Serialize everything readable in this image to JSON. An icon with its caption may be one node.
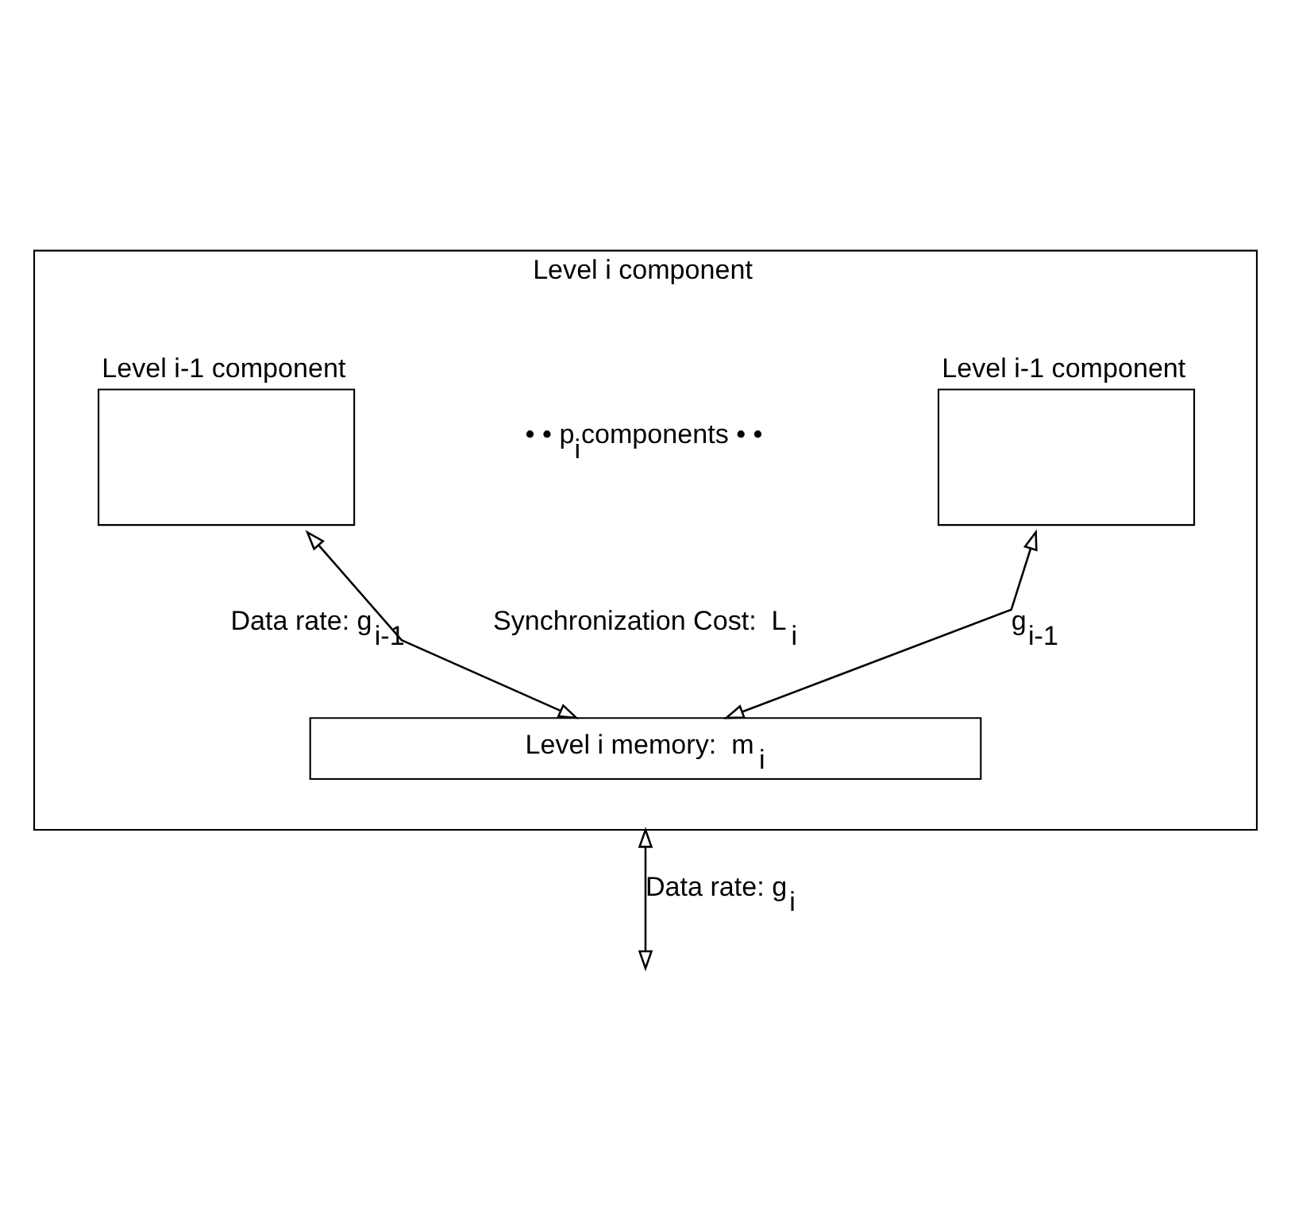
{
  "diagram": {
    "nodes": [
      {
        "text": [
          "Level i component"
        ]
      },
      {
        "text": [
          "Level i-1 component"
        ],
        "in": 0
      },
      {
        "text": [
          "Level i-1 component"
        ],
        "in": 0
      },
      {
        "text": [
          "Level i memory:  m$_{i}$"
        ],
        "in": 0
      }
    ],
    "edges": [
      {
        "from": 1,
        "to": 3,
        "arrow": "both",
        "label": "Data rate: g$_{i-1}$"
      },
      {
        "from": 2,
        "to": 3,
        "arrow": "both",
        "label": "g$_{i-1}$"
      },
      {
        "from": 0,
        "to": null,
        "arrow": "both",
        "label": "Data rate: g$_{i}$"
      }
    ],
    "labels": [
      "• • p$_{i}$components • •",
      "Synchronization Cost:  L$_{i}$"
    ]
  }
}
